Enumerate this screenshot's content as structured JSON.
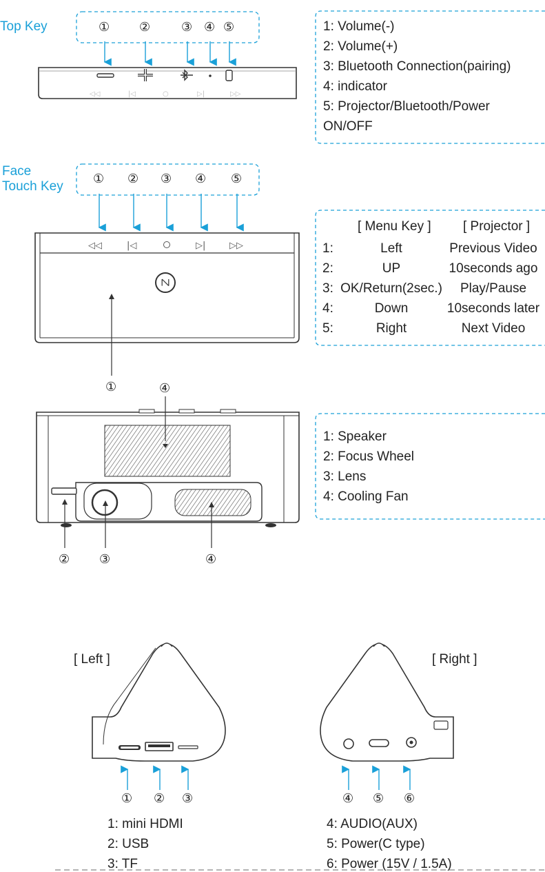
{
  "top_key": {
    "title": "Top Key",
    "markers": [
      "①",
      "②",
      "③",
      "④",
      "⑤"
    ],
    "items": [
      "1: Volume(-)",
      "2: Volume(+)",
      "3: Bluetooth Connection(pairing)",
      "4: indicator",
      "5: Projector/Bluetooth/Power",
      "ON/OFF"
    ]
  },
  "face_key": {
    "title_line1": "Face",
    "title_line2": "Touch Key",
    "markers": [
      "①",
      "②",
      "③",
      "④",
      "⑤"
    ],
    "table": {
      "headers": [
        "[ Menu Key ]",
        "[ Projector ]"
      ],
      "rows": [
        {
          "num": "1:",
          "menu": "Left",
          "proj": "Previous Video"
        },
        {
          "num": "2:",
          "menu": "UP",
          "proj": "10seconds ago"
        },
        {
          "num": "3:",
          "menu": "OK/Return(2sec.)",
          "proj": "Play/Pause"
        },
        {
          "num": "4:",
          "menu": "Down",
          "proj": "10seconds later"
        },
        {
          "num": "5:",
          "menu": "Right",
          "proj": "Next Video"
        }
      ]
    }
  },
  "front_view": {
    "markers": [
      "①",
      "④",
      "②",
      "③",
      "④"
    ],
    "items": [
      "1: Speaker",
      "2: Focus Wheel",
      "3: Lens",
      "4: Cooling Fan"
    ]
  },
  "sides": {
    "left_label": "[ Left ]",
    "right_label": "[ Right ]",
    "markers": [
      "①",
      "②",
      "③",
      "④",
      "⑤",
      "⑥"
    ],
    "left_items": [
      "1: mini HDMI",
      "2: USB",
      "3: TF"
    ],
    "right_items": [
      "4: AUDIO(AUX)",
      "5: Power(C type)",
      "6: Power (15V / 1.5A)"
    ]
  },
  "colors": {
    "accent": "#1aa0d8",
    "line": "#333333"
  }
}
